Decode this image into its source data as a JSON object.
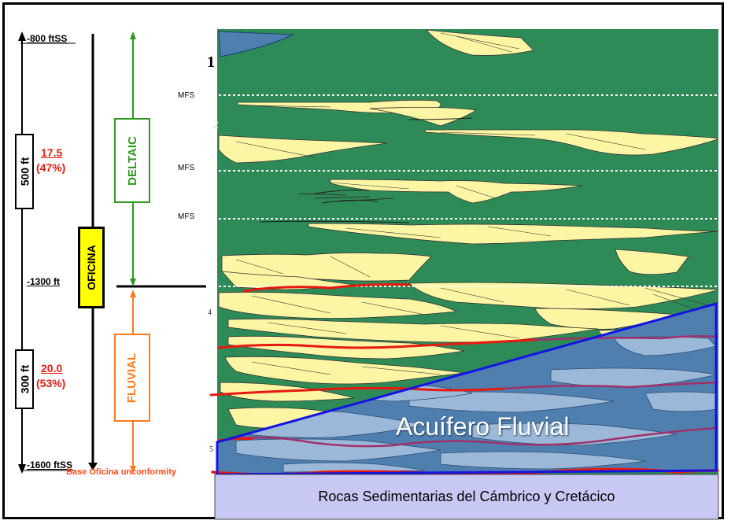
{
  "depths": {
    "top": "-800 ftSS",
    "mid": "-1300 ft",
    "bottom": "-1600 ftSS"
  },
  "thickness": {
    "upper": "500 ft",
    "lower": "300 ft"
  },
  "percent": {
    "upper_value": "17.5",
    "upper_pct": "(47%)",
    "lower_value": "20.0",
    "lower_pct": "(53%)"
  },
  "formation": "OFICINA",
  "environments": {
    "upper": "DELTAIC",
    "lower": "FLUVIAL"
  },
  "mfs_labels": [
    "MFS",
    "MFS",
    "MFS"
  ],
  "margin_numbers": [
    "1",
    "2",
    "4",
    "5"
  ],
  "unconformity": "Base Oficina unconformity",
  "aquifer": "Acuífero Fluvial",
  "basement": "Rocas Sedimentarias del Cámbrico y Cretácico",
  "colors": {
    "shale": "#2e8b57",
    "sand": "#fbf5a4",
    "aquifer": "#4f7fae",
    "aquifer_light": "#9cb8d8",
    "basement": "#c8c8f4",
    "red_line": "#e8190f",
    "orange": "#ff7a1a",
    "green_arrow": "#2c9a1c"
  }
}
